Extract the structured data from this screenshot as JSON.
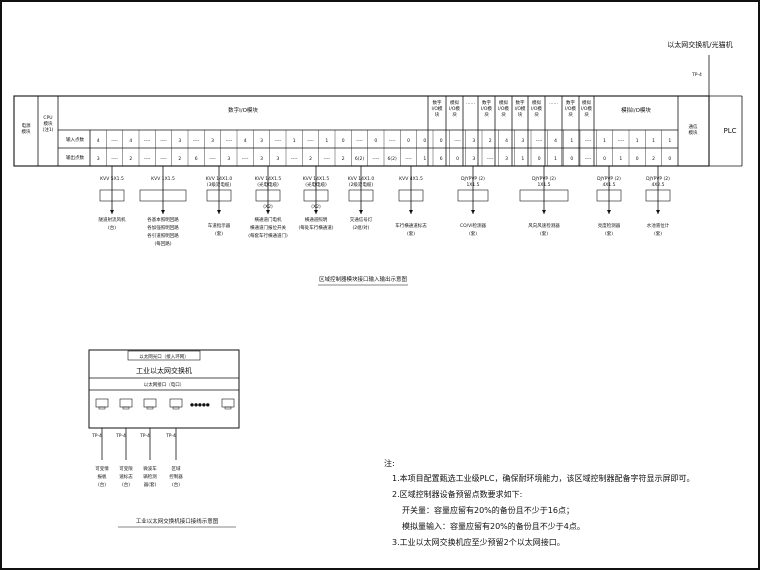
{
  "top_label": "以太网交换机/光猫机",
  "link_label": "TP-4",
  "plc_label": "PLC",
  "rack": {
    "power_module": "电源\n模块",
    "cpu_module": "CPU\n模块\n(注1)",
    "row_labels": [
      "输入点数",
      "输出点数"
    ],
    "digital_io_header": "数字I/O模块",
    "module_headers": [
      "数字\nI/O模\n块",
      "模拟\nI/O模\n块",
      "……",
      "数字\nI/O模\n块",
      "模拟\nI/O模\n块",
      "数字\nI/O模\n块",
      "模拟\nI/O模\n块",
      "……",
      "数字\nI/O模\n块",
      "模拟\nI/O模\n块"
    ],
    "analog_io_header": "模拟I/O模块",
    "comm_module": "通信\n模块",
    "input_row": [
      "4",
      "----",
      "4",
      "----",
      "----",
      "3",
      "----",
      "3",
      "----",
      "4",
      "3",
      "----",
      "1",
      "----",
      "1",
      "0",
      "----",
      "0",
      "----",
      "0",
      "0",
      "0",
      "----",
      "3",
      "2",
      "4",
      "3",
      "----",
      "4",
      "1",
      "----",
      "1",
      "----",
      "1",
      "1",
      "1"
    ],
    "output_row": [
      "3",
      "----",
      "2",
      "----",
      "----",
      "2",
      "6",
      "----",
      "3",
      "----",
      "3",
      "3",
      "----",
      "2",
      "----",
      "2",
      "6(2)",
      "----",
      "6(2)",
      "----",
      "1",
      "6",
      "0",
      "3",
      "----",
      "3",
      "1",
      "0",
      "1",
      "0",
      "----",
      "0",
      "1",
      "0",
      "2",
      "0"
    ]
  },
  "cables": [
    "KVV 5X1.5",
    "KVV 1X1.5",
    "KVV 14X1.0\n(3级双电缆)",
    "KVV 14X1.5\n(光电电缆)",
    "KVV 14X1.5\n(光电电缆)",
    "KVV 14X1.0\n(2级双电缆)",
    "KVV 4X1.5",
    "DJYPVP (2)\n1X1.5",
    "DJYPVP (2)\n1X1.5",
    "DJYPVP (2)\n4X1.5",
    "DJYPVP (2)\n4X2.5"
  ],
  "multipliers": [
    "(X2)",
    "(X2)"
  ],
  "devices": [
    "隧道射流风机\n(台)",
    "各基本照明回路\n各加强照明回路\n各引道照明回路\n(每回路)",
    "车道指示器\n(套)",
    "横通道门电机\n横通道门报位开关\n(每套车行横通道门)",
    "横通道照明\n(每处车行横通道)",
    "交通信号灯\n(2组/对)",
    "车行横通道标志\n(套)",
    "CO/VI检测器\n(套)",
    "风向风速检测器\n(套)",
    "亮度检测器\n(套)",
    "水池液位计\n(套)"
  ],
  "diagram1_title": "区域控制器模块接口输入输出示意图",
  "switch": {
    "top_label": "以太网光口（接入环网）",
    "title": "工业以太网交换机",
    "port_label": "以太网接口（电口）",
    "port_dots": "●●●●●",
    "cable": "TP-4",
    "devices": [
      "可变情\n报板\n(台)",
      "可变限\n速标志\n(台)",
      "微波车\n辆检测\n器(套)",
      "区域\n控制器\n(台)"
    ],
    "title_bottom": "工业以太网交换机接口接线示意图"
  },
  "notes": {
    "heading": "注:",
    "lines": [
      "1.本项目配置甄选工业级PLC，确保耐环境能力，该区域控制器配备字符显示屏即可。",
      "2.区域控制器设备预留点数要求如下:",
      "开关量：容量应留有20%的备份且不少于16点；",
      "模拟量输入：容量应留有20%的备份且不少于4点。",
      "3.工业以太网交换机应至少预留2个以太网接口。"
    ]
  }
}
